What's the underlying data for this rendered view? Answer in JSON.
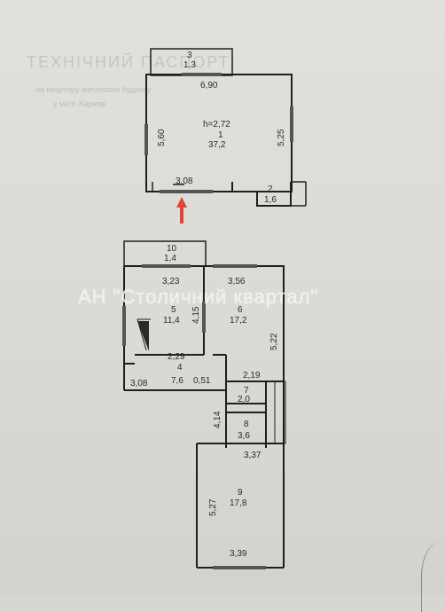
{
  "header_ghost": {
    "line1": "ТЕХНІЧНИЙ ПАСПОРТ",
    "line2": "на квартиру житлового будинку",
    "line3": "у місті Харкові"
  },
  "floor_upper": {
    "height_label": "h=2,72",
    "rooms": [
      {
        "num": "3",
        "area": "1,3"
      },
      {
        "num": "1",
        "area": "37,2"
      },
      {
        "num": "2",
        "area": "1,6"
      }
    ],
    "dims": {
      "top": "6,90",
      "left": "5,60",
      "right": "5,25",
      "bottom": "3,08"
    }
  },
  "floor_lower": {
    "rooms": [
      {
        "num": "10",
        "area": "1,4"
      },
      {
        "num": "5",
        "area": "11,4"
      },
      {
        "num": "6",
        "area": "17,2"
      },
      {
        "num": "4",
        "area": "7,6"
      },
      {
        "num": "7",
        "area": "2,0"
      },
      {
        "num": "8",
        "area": "3,6"
      },
      {
        "num": "9",
        "area": "17,8"
      }
    ],
    "dims": {
      "d1": "3,23",
      "d2": "3,56",
      "d3": "4,15",
      "d4": "5,22",
      "d5": "2,29",
      "d6": "3,08",
      "d7": "0,51",
      "d8": "2,19",
      "d9": "4,14",
      "d10": "3,37",
      "d11": "5,27",
      "d12": "3,39"
    }
  },
  "watermark": "АН \"Столичний квартал\"",
  "colors": {
    "line": "#1f1f1f",
    "arrow": "#e0443c",
    "paper": "#dcdbd7"
  }
}
